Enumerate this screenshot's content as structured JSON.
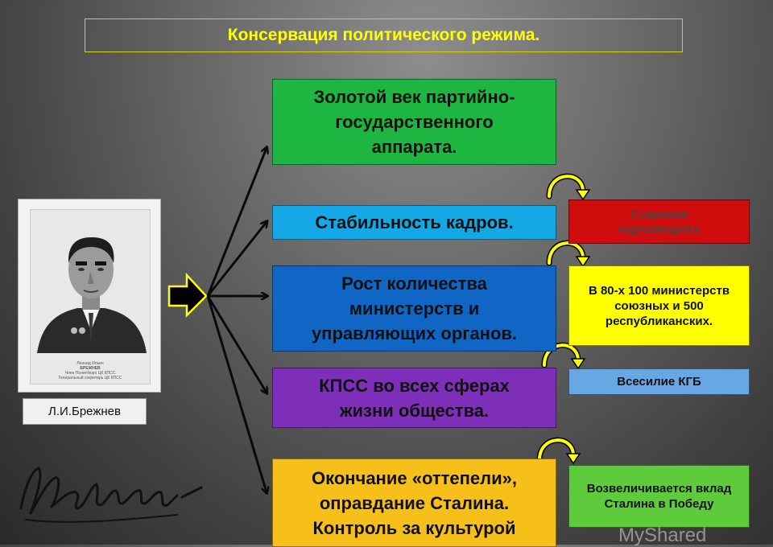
{
  "title": "Консервация политического режима.",
  "portrait": {
    "caption_line1": "Леонид Ильич",
    "caption_line2": "БРЕЖНЕВ",
    "caption_line3": "Член Политбюро ЦК КПСС",
    "caption_line4": "Генеральный секретарь ЦК КПСС"
  },
  "name_label": "Л.И.Брежнев",
  "signature_text": "ЛБрежнев",
  "main_items": [
    {
      "text": "Золотой век партийно-государственного аппарата.",
      "color": "#1db640"
    },
    {
      "text": "Стабильность кадров.",
      "color": "#14a8e6"
    },
    {
      "text": "Рост количества министерств и управляющих органов.",
      "color": "#1066c4"
    },
    {
      "text": "КПСС во всех сферах жизни общества.",
      "color": "#7e2fba"
    },
    {
      "text": "Окончание «оттепели», оправдание Сталина. Контроль за культурой",
      "color": "#f7bf19"
    }
  ],
  "side_items": [
    {
      "text": "Старение партаппарата",
      "color": "#d00c0c"
    },
    {
      "text": "В 80-х 100 министерств союзных и 500 республиканских.",
      "color": "#ffff00"
    },
    {
      "text": "Всесилие КГБ",
      "color": "#67a8e4"
    },
    {
      "text": "Возвеличивается вклад Сталина в Победу",
      "color": "#5ecb3d"
    }
  ],
  "watermark": "MyShared",
  "colors": {
    "title_text": "#ffff00",
    "title_border": "#d9d000",
    "curved_arrow": "#ffff00"
  }
}
